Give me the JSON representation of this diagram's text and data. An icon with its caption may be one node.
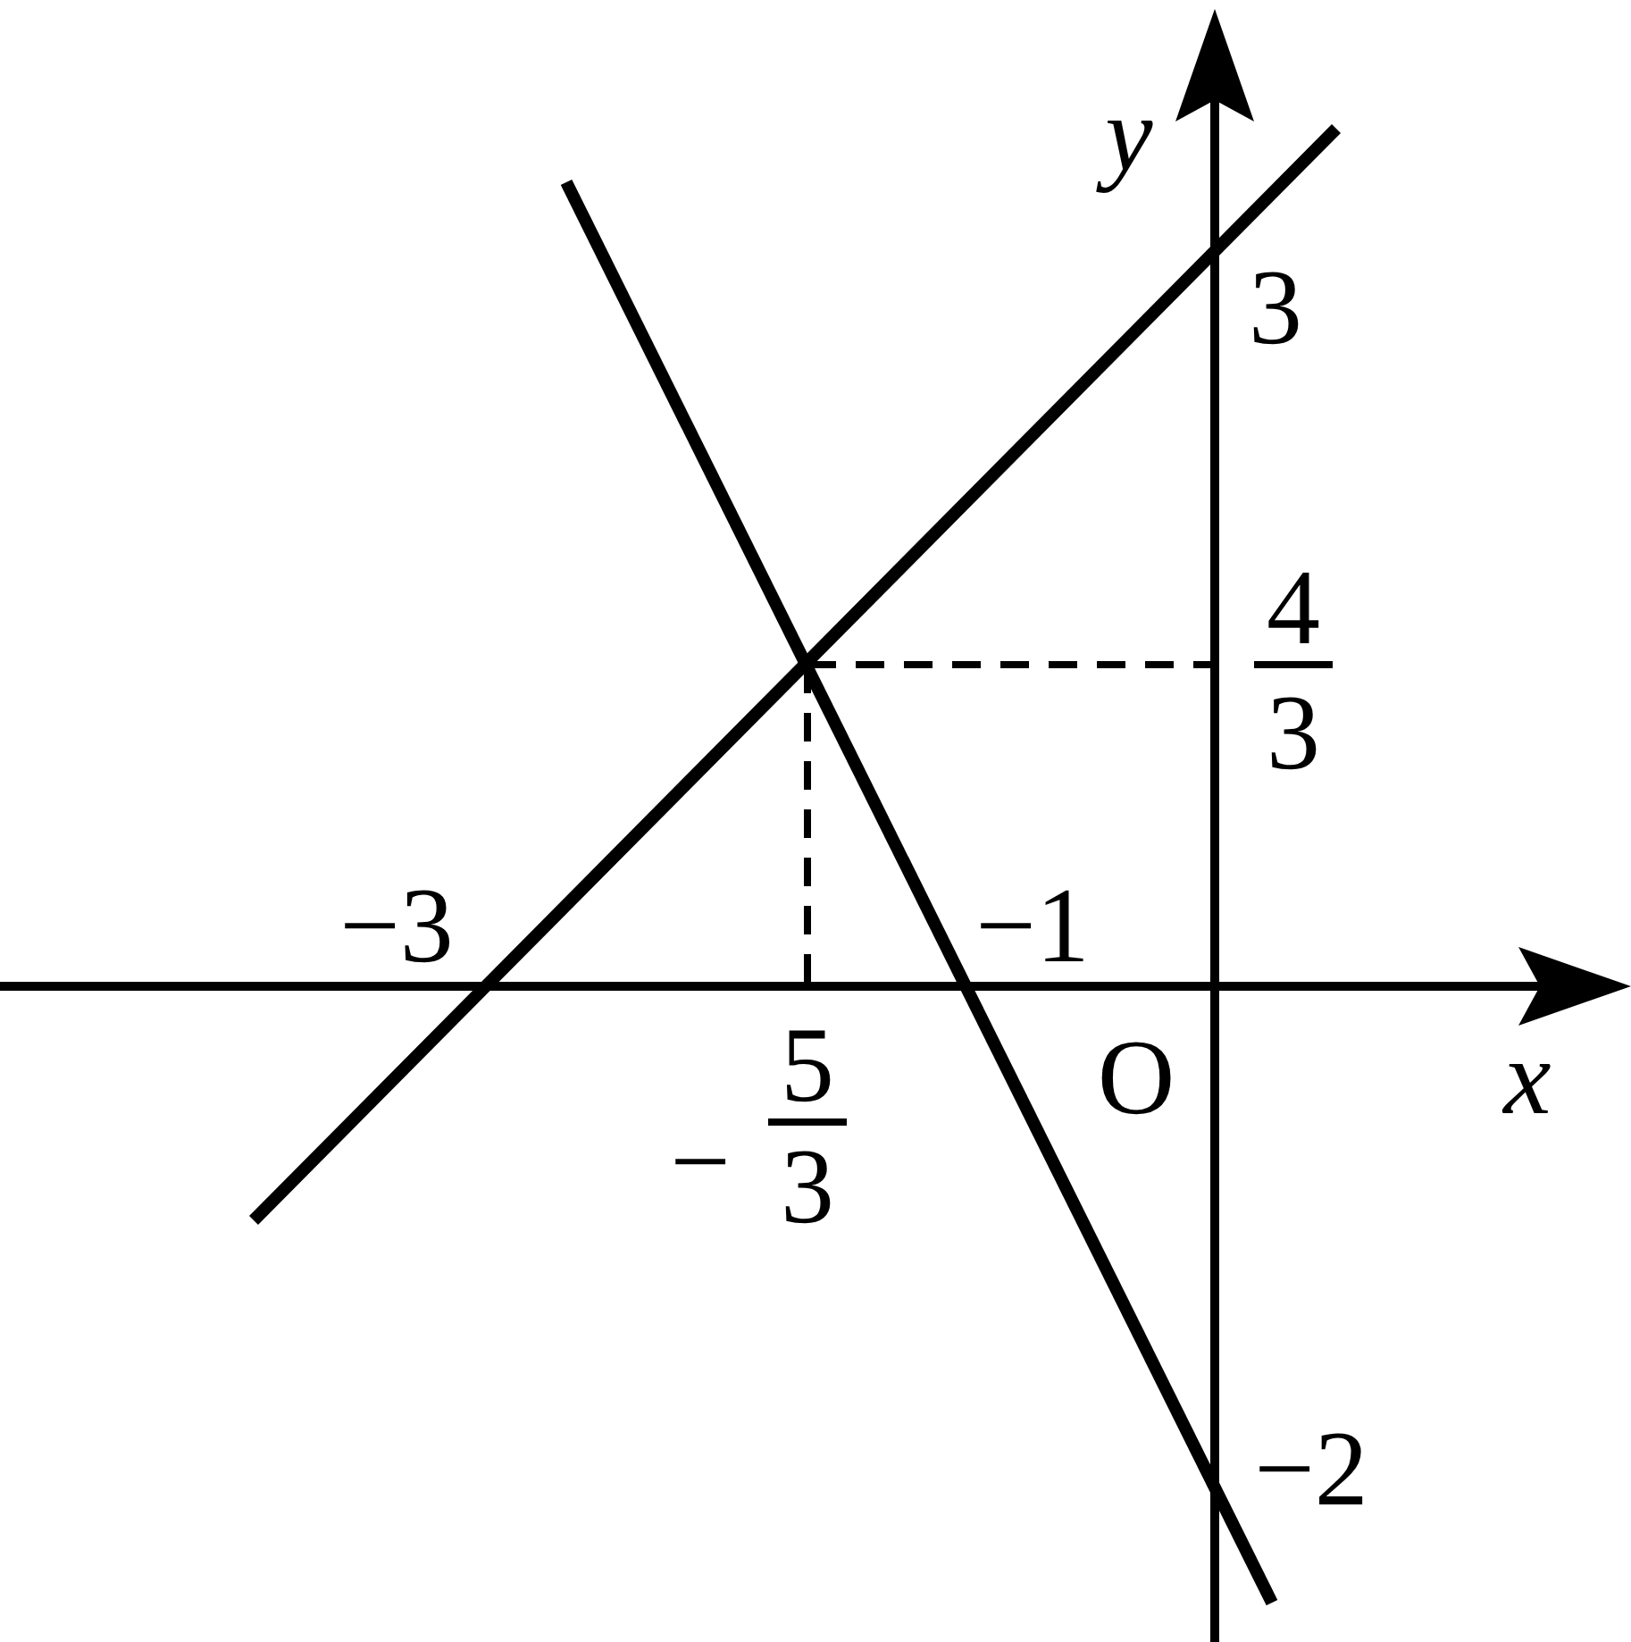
{
  "diagram": {
    "labels": [
      "y",
      "3",
      "4",
      "3",
      "−3",
      "−1",
      "5",
      "−",
      "3",
      "O",
      "x",
      "−2"
    ]
  }
}
